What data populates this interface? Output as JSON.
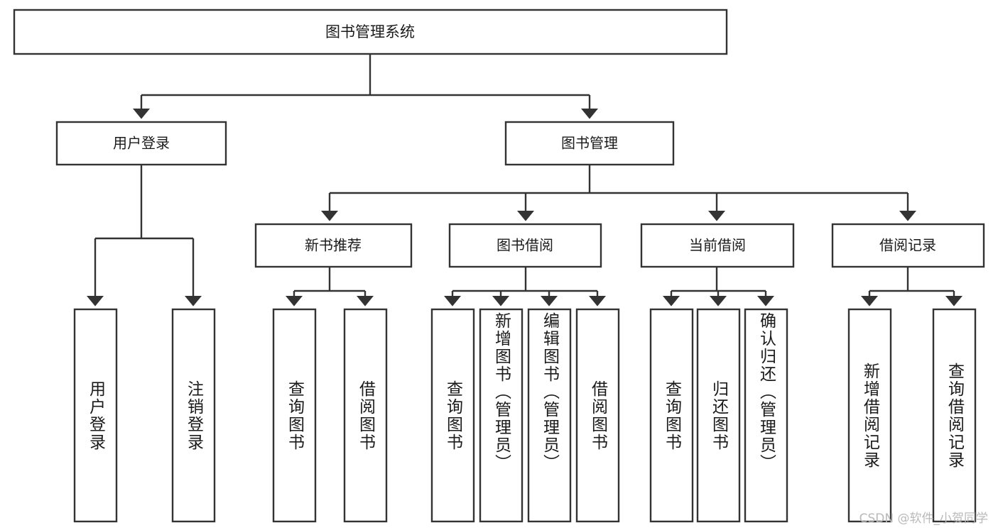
{
  "diagram": {
    "type": "tree-hierarchy",
    "title": "图书管理系统",
    "watermark": "CSDN @软件_小贺同学",
    "colors": {
      "stroke": "#333333",
      "fill": "#ffffff",
      "text": "#1a1a1a",
      "watermark": "#b9b9b9"
    },
    "root": {
      "id": "root",
      "label": "图书管理系统"
    },
    "level1": [
      {
        "id": "user-login",
        "label": "用户登录"
      },
      {
        "id": "book-manage",
        "label": "图书管理"
      }
    ],
    "level2": [
      {
        "id": "new-book-rec",
        "label": "新书推荐",
        "parent": "book-manage"
      },
      {
        "id": "book-borrow",
        "label": "图书借阅",
        "parent": "book-manage"
      },
      {
        "id": "current-borrow",
        "label": "当前借阅",
        "parent": "book-manage"
      },
      {
        "id": "borrow-record",
        "label": "借阅记录",
        "parent": "book-manage"
      }
    ],
    "leaves": [
      {
        "id": "leaf-user-login",
        "label": "用户登录",
        "parent": "user-login"
      },
      {
        "id": "leaf-logout",
        "label": "注销登录",
        "parent": "user-login"
      },
      {
        "id": "leaf-query-book-1",
        "label": "查询图书",
        "parent": "new-book-rec"
      },
      {
        "id": "leaf-borrow-book-1",
        "label": "借阅图书",
        "parent": "new-book-rec"
      },
      {
        "id": "leaf-query-book-2",
        "label": "查询图书",
        "parent": "book-borrow"
      },
      {
        "id": "leaf-add-book",
        "label": "新增图书（管理员）",
        "parent": "book-borrow"
      },
      {
        "id": "leaf-edit-book",
        "label": "编辑图书（管理员）",
        "parent": "book-borrow"
      },
      {
        "id": "leaf-borrow-book-2",
        "label": "借阅图书",
        "parent": "book-borrow"
      },
      {
        "id": "leaf-query-book-3",
        "label": "查询图书",
        "parent": "current-borrow"
      },
      {
        "id": "leaf-return-book",
        "label": "归还图书",
        "parent": "current-borrow"
      },
      {
        "id": "leaf-confirm-return",
        "label": "确认归还（管理员）",
        "parent": "current-borrow"
      },
      {
        "id": "leaf-add-record",
        "label": "新增借阅记录",
        "parent": "borrow-record"
      },
      {
        "id": "leaf-query-record",
        "label": "查询借阅记录",
        "parent": "borrow-record"
      }
    ]
  }
}
